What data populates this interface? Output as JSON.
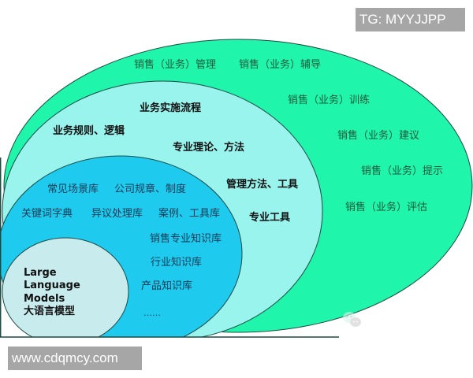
{
  "colors": {
    "outer_fill": "#1ff5ab",
    "second_fill": "#9af4ee",
    "third_fill": "#1ecbee",
    "inner_fill": "#c8ebee",
    "stroke": "#1d4a44",
    "badge_bg": "#a6a6a6"
  },
  "watermarks": {
    "top_right": "TG: MYYJJPP",
    "bottom_left": "www.cdqmcy.com"
  },
  "layers": {
    "outer": {
      "labels": [
        "销售（业务）管理",
        "销售（业务）辅导",
        "销售（业务）训练",
        "销售（业务）建议",
        "销售（业务）提示",
        "销售（业务）评估"
      ]
    },
    "second": {
      "labels": [
        "业务实施流程",
        "业务规则、逻辑",
        "专业理论、方法",
        "管理方法、工具",
        "专业工具"
      ]
    },
    "third": {
      "labels": [
        "常见场景库",
        "公司规章、制度",
        "关键词字典",
        "异议处理库",
        "案例、工具库",
        "销售专业知识库",
        "行业知识库",
        "产品知识库",
        "……"
      ]
    },
    "inner": {
      "lines": [
        "Large",
        "Language",
        "Models",
        "大语言模型"
      ]
    }
  },
  "icons": {
    "wechat": "wechat-logo-icon"
  }
}
